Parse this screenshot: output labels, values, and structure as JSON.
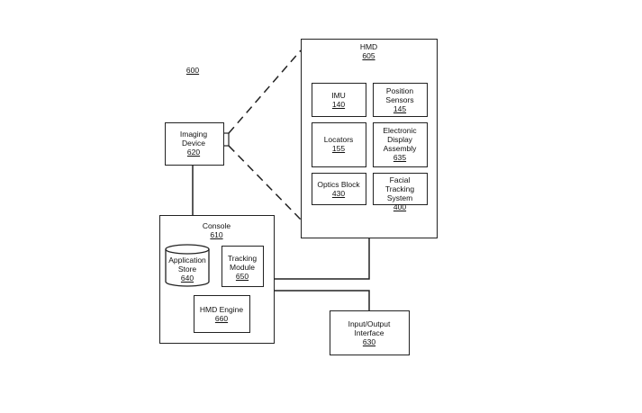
{
  "figure": {
    "ref": "600"
  },
  "hmd": {
    "title": "HMD",
    "ref": "605",
    "components": {
      "imu": {
        "name": "IMU",
        "ref": "140"
      },
      "position_sensors": {
        "name": "Position Sensors",
        "ref": "145"
      },
      "locators": {
        "name": "Locators",
        "ref": "155"
      },
      "electronic_display": {
        "name": "Electronic Display Assembly",
        "ref": "635"
      },
      "optics_block": {
        "name": "Optics Block",
        "ref": "430"
      },
      "facial_tracking": {
        "name": "Facial Tracking System",
        "ref": "400"
      }
    }
  },
  "imaging_device": {
    "name": "Imaging Device",
    "ref": "620"
  },
  "console": {
    "title": "Console",
    "ref": "610",
    "components": {
      "application_store": {
        "name": "Application Store",
        "ref": "640"
      },
      "tracking_module": {
        "name": "Tracking Module",
        "ref": "650"
      },
      "hmd_engine": {
        "name": "HMD Engine",
        "ref": "660"
      }
    }
  },
  "io_interface": {
    "name": "Input/Output Interface",
    "ref": "630"
  }
}
